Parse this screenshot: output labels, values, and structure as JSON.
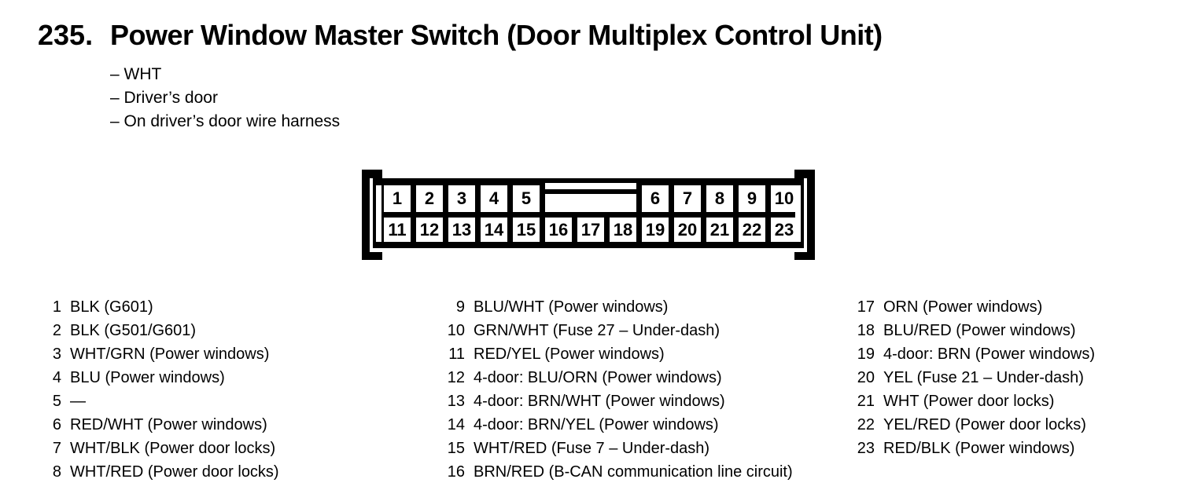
{
  "colors": {
    "ink": "#000000",
    "paper": "#ffffff"
  },
  "header": {
    "number": "235.",
    "title": "Power Window Master Switch (Door Multiplex Control Unit)",
    "notes": [
      "– WHT",
      "– Driver’s door",
      "– On driver’s door wire harness"
    ]
  },
  "connector": {
    "top_row": [
      "1",
      "2",
      "3",
      "4",
      "5",
      "6",
      "7",
      "8",
      "9",
      "10"
    ],
    "bottom_row": [
      "11",
      "12",
      "13",
      "14",
      "15",
      "16",
      "17",
      "18",
      "19",
      "20",
      "21",
      "22",
      "23"
    ]
  },
  "pins": {
    "col1": [
      {
        "num": "1",
        "desc": "BLK (G601)"
      },
      {
        "num": "2",
        "desc": "BLK (G501/G601)"
      },
      {
        "num": "3",
        "desc": "WHT/GRN (Power windows)"
      },
      {
        "num": "4",
        "desc": "BLU (Power windows)"
      },
      {
        "num": "5",
        "desc": "—"
      },
      {
        "num": "6",
        "desc": "RED/WHT (Power windows)"
      },
      {
        "num": "7",
        "desc": "WHT/BLK (Power door locks)"
      },
      {
        "num": "8",
        "desc": "WHT/RED (Power door locks)"
      }
    ],
    "col2": [
      {
        "num": "9",
        "desc": "BLU/WHT (Power windows)"
      },
      {
        "num": "10",
        "desc": "GRN/WHT (Fuse 27 – Under-dash)"
      },
      {
        "num": "11",
        "desc": "RED/YEL (Power windows)"
      },
      {
        "num": "12",
        "desc": "4-door: BLU/ORN (Power windows)"
      },
      {
        "num": "13",
        "desc": "4-door: BRN/WHT (Power windows)"
      },
      {
        "num": "14",
        "desc": "4-door: BRN/YEL (Power windows)"
      },
      {
        "num": "15",
        "desc": "WHT/RED (Fuse 7 – Under-dash)"
      },
      {
        "num": "16",
        "desc": "BRN/RED (B-CAN communication line circuit)"
      }
    ],
    "col3": [
      {
        "num": "17",
        "desc": "ORN (Power windows)"
      },
      {
        "num": "18",
        "desc": "BLU/RED (Power windows)"
      },
      {
        "num": "19",
        "desc": "4-door: BRN (Power windows)"
      },
      {
        "num": "20",
        "desc": "YEL (Fuse 21 – Under-dash)"
      },
      {
        "num": "21",
        "desc": "WHT (Power door locks)"
      },
      {
        "num": "22",
        "desc": "YEL/RED (Power door locks)"
      },
      {
        "num": "23",
        "desc": "RED/BLK (Power windows)"
      }
    ]
  }
}
